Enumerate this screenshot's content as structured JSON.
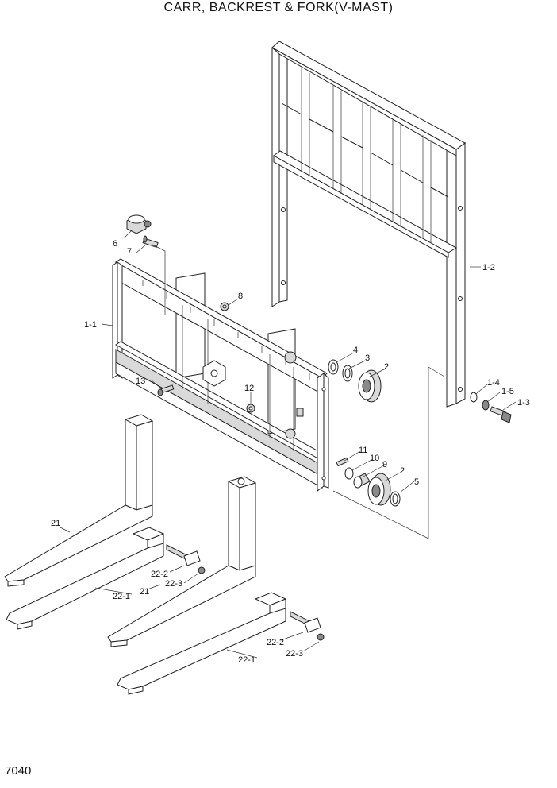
{
  "title": "CARR, BACKREST & FORK(V-MAST)",
  "page_number": "7040",
  "callouts": [
    {
      "id": "c-1-2",
      "label": "1-2"
    },
    {
      "id": "c-6",
      "label": "6"
    },
    {
      "id": "c-7",
      "label": "7"
    },
    {
      "id": "c-8",
      "label": "8"
    },
    {
      "id": "c-1-1",
      "label": "1-1"
    },
    {
      "id": "c-4",
      "label": "4"
    },
    {
      "id": "c-3",
      "label": "3"
    },
    {
      "id": "c-2a",
      "label": "2"
    },
    {
      "id": "c-13",
      "label": "13"
    },
    {
      "id": "c-12",
      "label": "12"
    },
    {
      "id": "c-1-4",
      "label": "1-4"
    },
    {
      "id": "c-1-5",
      "label": "1-5"
    },
    {
      "id": "c-1-3",
      "label": "1-3"
    },
    {
      "id": "c-11",
      "label": "11"
    },
    {
      "id": "c-10",
      "label": "10"
    },
    {
      "id": "c-9",
      "label": "9"
    },
    {
      "id": "c-2b",
      "label": "2"
    },
    {
      "id": "c-5",
      "label": "5"
    },
    {
      "id": "c-21a",
      "label": "21"
    },
    {
      "id": "c-22-2a",
      "label": "22-2"
    },
    {
      "id": "c-22-3a",
      "label": "22-3"
    },
    {
      "id": "c-22-1a",
      "label": "22-1"
    },
    {
      "id": "c-21b",
      "label": "21"
    },
    {
      "id": "c-22-2b",
      "label": "22-2"
    },
    {
      "id": "c-22-3b",
      "label": "22-3"
    },
    {
      "id": "c-22-1b",
      "label": "22-1"
    }
  ]
}
